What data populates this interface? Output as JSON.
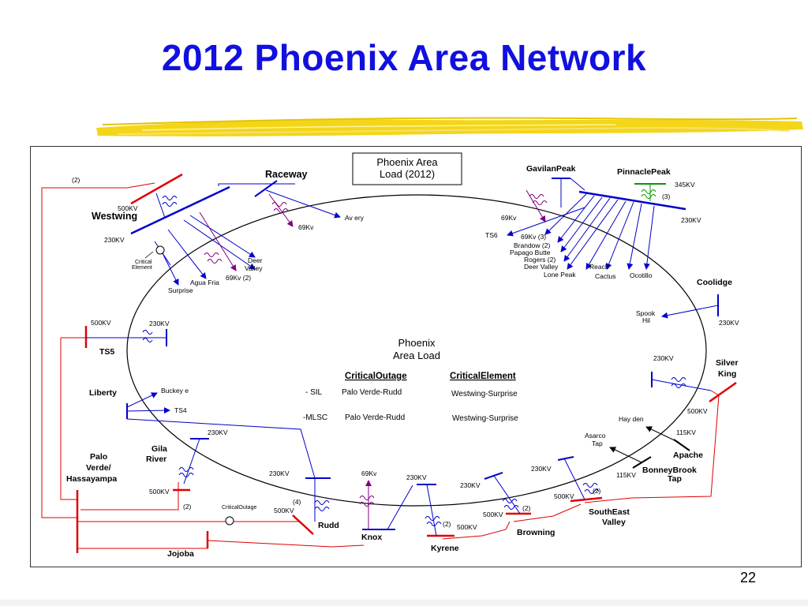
{
  "slide": {
    "title": "2012 Phoenix Area Network",
    "page_number": "22"
  },
  "diagram": {
    "legend_box": {
      "line1": "Phoenix Area",
      "line2": "Load (2012)"
    },
    "center": {
      "line1": "Phoenix",
      "line2": "Area  Load"
    },
    "outage_table": {
      "header_outage": "CriticalOutage",
      "header_element": "CriticalElement",
      "rows": [
        {
          "label": "- SIL",
          "outage": "Palo Verde-Rudd",
          "element": "Westwing-Surprise"
        },
        {
          "label": "-MLSC",
          "outage": "Palo Verde-Rudd",
          "element": "Westwing-Surprise"
        }
      ]
    },
    "stations": {
      "westwing": "Westwing",
      "raceway": "Raceway",
      "gavilan": "GavilanPeak",
      "pinnacle": "PinnaclePeak",
      "coolidge": "Coolidge",
      "silver_king_1": "Silver",
      "silver_king_2": "King",
      "apache": "Apache",
      "bonney_1": "BonneyBrook",
      "bonney_2": "Tap",
      "southeast_1": "SouthEast",
      "southeast_2": "Valley",
      "browning": "Browning",
      "kyrene": "Kyrene",
      "knox": "Knox",
      "rudd": "Rudd",
      "jojoba": "Jojoba",
      "palo_verde_1": "Palo",
      "palo_verde_2": "Verde/",
      "palo_verde_3": "Hassayampa",
      "gila_1": "Gila",
      "gila_2": "River",
      "liberty": "Liberty",
      "ts5": "TS5"
    },
    "labels": {
      "two_top_left": "(2)",
      "westwing_500": "500KV",
      "westwing_230": "230KV",
      "critical_element_1": "Critical",
      "critical_element_2": "Element",
      "agua_fria": "Agua Fria",
      "surprise": "Surprise",
      "deer_valley_w1": "Deer",
      "deer_valley_w2": "Valley",
      "kv69_2_west": "69Kv  (2)",
      "avery": "Av ery",
      "raceway_69": "69Kv",
      "gav_69": "69Kv",
      "ts6": "TS6",
      "kv69_3": "69Kv  (3)",
      "brandow": "Brandow   (2)",
      "papago": "Papago Butte",
      "rogers": "Rogers  (2)",
      "deer_valley_n": "Deer Valley",
      "lone_peak": "Lone Peak",
      "reach": "Reach",
      "cactus": "Cactus",
      "ocotillo": "Ocotillo",
      "kv345": "345KV",
      "three": "(3)",
      "pinnacle_230": "230KV",
      "spook_1": "Spook",
      "spook_2": "Hil",
      "coolidge_230": "230KV",
      "silver_230": "230KV",
      "silver_500": "500KV",
      "hayden": "Hay den",
      "apache_115": "115KV",
      "asarco_1": "Asarco",
      "asarco_2": "Tap",
      "bonney_115": "115KV",
      "se_2": "(2)",
      "se_500": "500KV",
      "se_230": "230KV",
      "browning_2": "(2)",
      "browning_500": "500KV",
      "browning_230": "230KV",
      "kyrene_2": "(2)",
      "kyrene_500": "500KV",
      "kyrene_230": "230KV",
      "knox_69": "69Kv",
      "rudd_230": "230KV",
      "rudd_4": "(4)",
      "rudd_500": "500KV",
      "critical_outage": "CriticalOutage",
      "pv_2": "(2)",
      "pv_500": "500KV",
      "gila_230": "230KV",
      "buckeye": "Buckey e",
      "ts4": "TS4",
      "ts5_500": "500KV",
      "ts5_230": "230KV"
    },
    "colors": {
      "title_blue": "#1010e0",
      "line_blue": "#0000cc",
      "line_red": "#e00000",
      "line_green": "#009900",
      "line_purple": "#800080",
      "brush_yellow": "#f2d200"
    }
  }
}
